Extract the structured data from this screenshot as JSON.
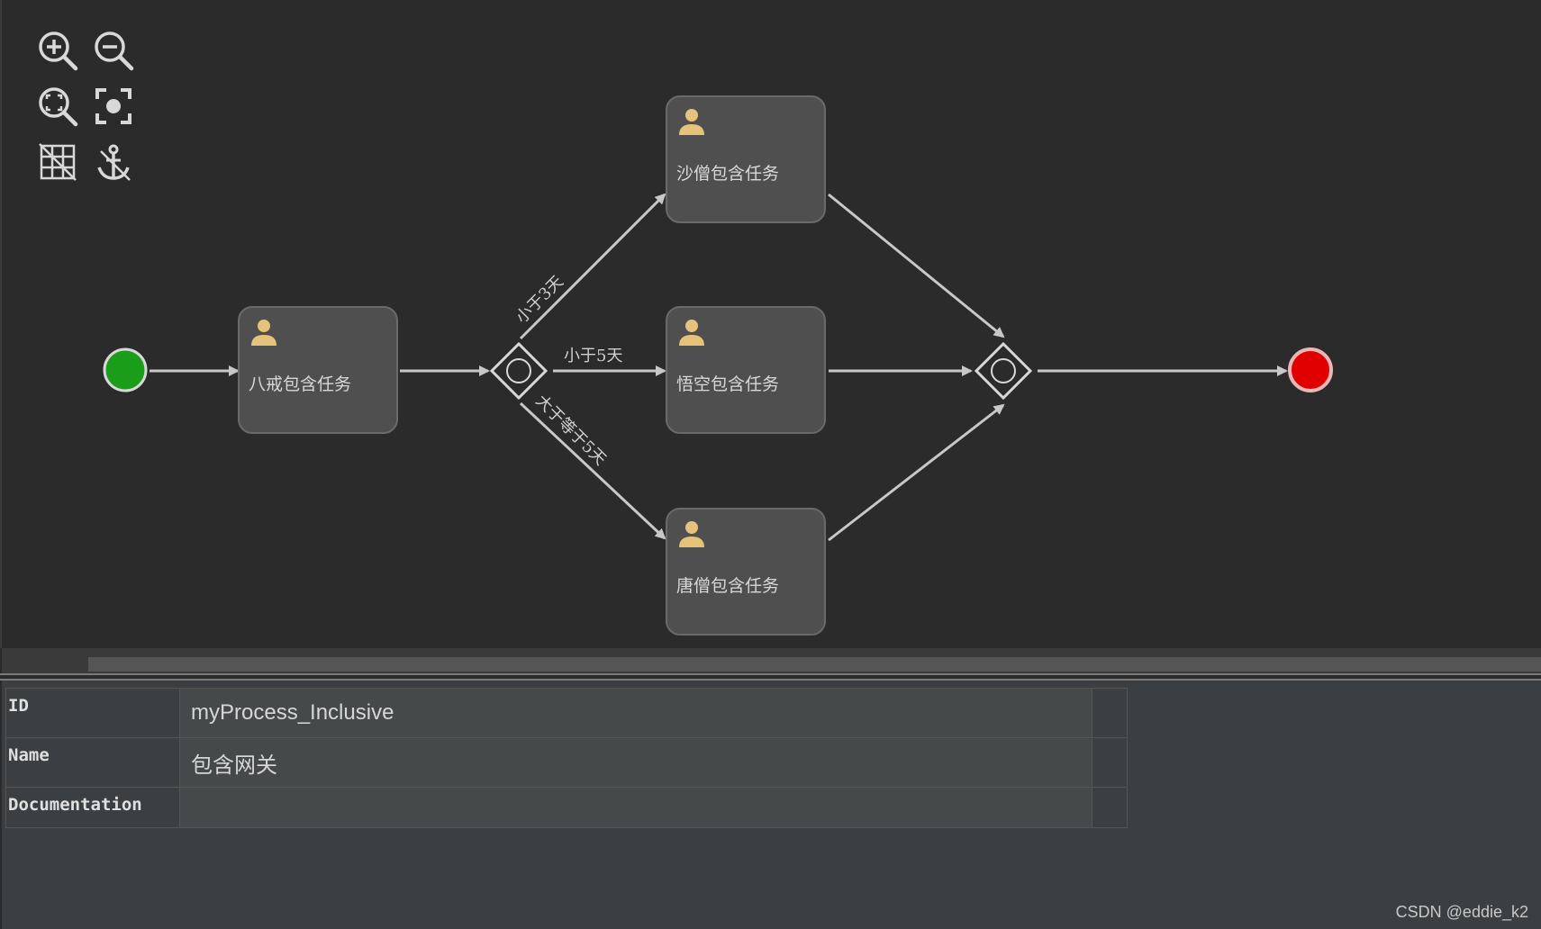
{
  "toolbar": {
    "zoom_in": "zoom-in-icon",
    "zoom_out": "zoom-out-icon",
    "zoom_fit": "zoom-fit-icon",
    "center": "center-icon",
    "grid": "grid-icon",
    "anchor": "anchor-icon"
  },
  "diagram": {
    "tasks": [
      {
        "id": "task-bajie",
        "label": "八戒包含任务"
      },
      {
        "id": "task-shaseng",
        "label": "沙僧包含任务"
      },
      {
        "id": "task-wukong",
        "label": "悟空包含任务"
      },
      {
        "id": "task-tangseng",
        "label": "唐僧包含任务"
      }
    ],
    "edges": [
      {
        "id": "edge-lt3",
        "label": "小于3天"
      },
      {
        "id": "edge-lt5",
        "label": "小于5天"
      },
      {
        "id": "edge-ge5",
        "label": "大于等于5天"
      }
    ],
    "colors": {
      "start": "#1a9e1a",
      "end": "#e00000",
      "task_fill": "#4f4f4f",
      "user_icon": "#e6c27a",
      "edge": "#c8c8c8"
    }
  },
  "properties": [
    {
      "key": "ID",
      "value": "myProcess_Inclusive"
    },
    {
      "key": "Name",
      "value": "包含网关"
    },
    {
      "key": "Documentation",
      "value": ""
    }
  ],
  "watermark": "CSDN @eddie_k2"
}
